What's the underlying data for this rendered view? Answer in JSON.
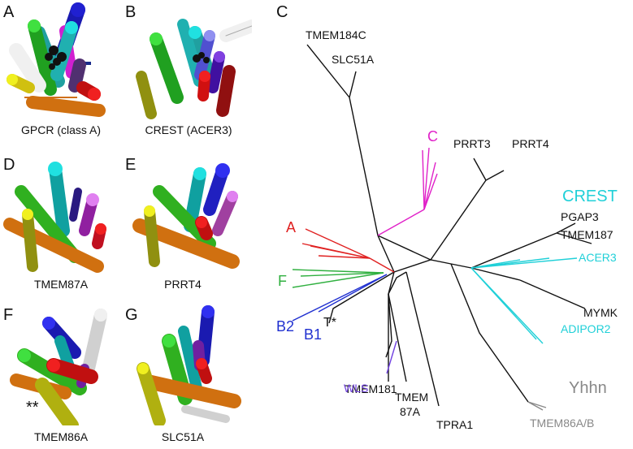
{
  "panels": {
    "A": {
      "letter": "A",
      "caption": "GPCR (class A)"
    },
    "B": {
      "letter": "B",
      "caption": "CREST (ACER3)"
    },
    "C": {
      "letter": "C"
    },
    "D": {
      "letter": "D",
      "caption": "TMEM87A"
    },
    "E": {
      "letter": "E",
      "caption": "PRRT4"
    },
    "F": {
      "letter": "F",
      "caption": "TMEM86A",
      "marker": "**"
    },
    "G": {
      "letter": "G",
      "caption": "SLC51A"
    }
  },
  "tree": {
    "labels": {
      "tmem184c": "TMEM184C",
      "slc51a": "SLC51A",
      "c": "C",
      "prrt3": "PRRT3",
      "prrt4": "PRRT4",
      "crest": "CREST",
      "pgap3": "PGAP3",
      "tmem187": "TMEM187",
      "acer3": "ACER3",
      "mymk": "MYMK",
      "adipor2": "ADIPOR2",
      "a": "A",
      "f": "F",
      "b2": "B2",
      "b1": "B1",
      "tstar": "T*",
      "wls": "WLS",
      "tmem181": "TMEM181",
      "tmem87a_1": "TMEM",
      "tmem87a_2": "87A",
      "tpra1": "TPRA1",
      "yhhn": "Yhhn",
      "tmem86ab": "TMEM86A/B"
    },
    "colors": {
      "black": "#111111",
      "magenta": "#e020c8",
      "red": "#e02020",
      "green": "#30b040",
      "blue": "#2030d0",
      "purple": "#7040e0",
      "cyan": "#20d0d8",
      "gray": "#888888"
    }
  }
}
